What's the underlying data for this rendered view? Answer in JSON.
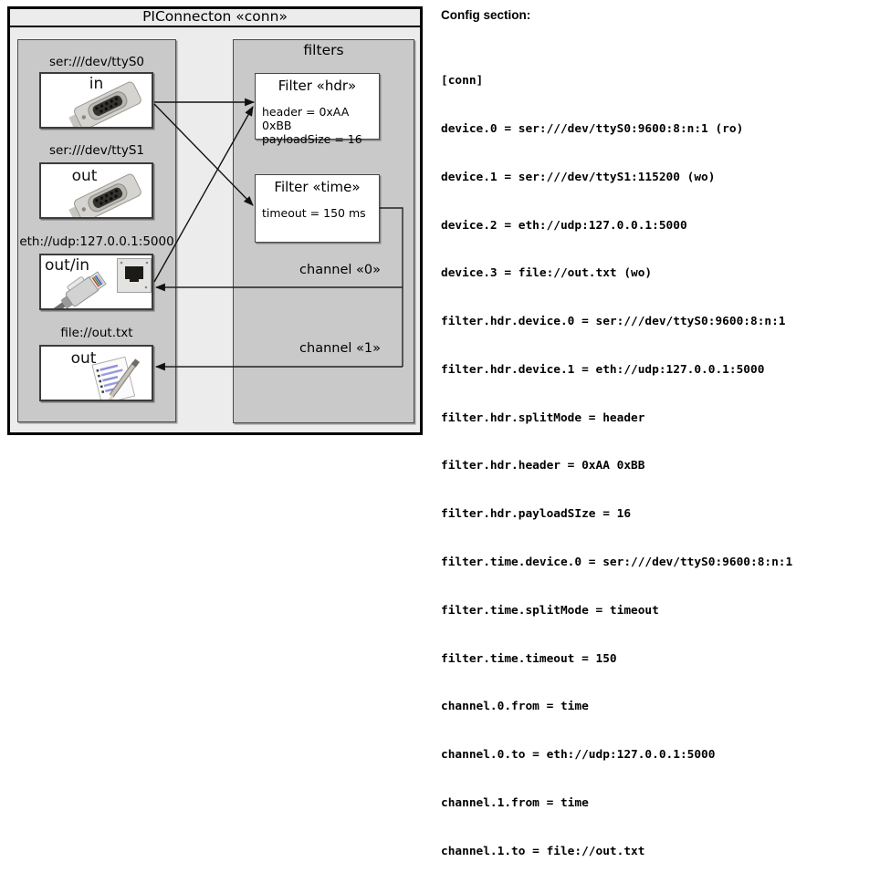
{
  "diagram": {
    "title": "PIConnecton «conn»",
    "devices": [
      {
        "label": "ser:///dev/ttyS0",
        "port": "in",
        "icon": "db9-serial-connector"
      },
      {
        "label": "ser:///dev/ttyS1",
        "port": "out",
        "icon": "db9-serial-connector"
      },
      {
        "label": "eth://udp:127.0.0.1:5000",
        "port": "out/in",
        "icon": "rj45-ethernet-connector"
      },
      {
        "label": "file://out.txt",
        "port": "out",
        "icon": "notepad-pencil"
      }
    ],
    "filters_label": "filters",
    "filters": [
      {
        "title": "Filter «hdr»",
        "props": [
          "header = 0xAA 0xBB",
          "payloadSize = 16"
        ]
      },
      {
        "title": "Filter «time»",
        "props": [
          "timeout = 150 ms"
        ]
      }
    ],
    "channels": [
      {
        "label": "channel «0»"
      },
      {
        "label": "channel «1»"
      }
    ],
    "connections": [
      {
        "from": "ser:///dev/ttyS0 (in)",
        "to": "Filter «hdr»"
      },
      {
        "from": "ser:///dev/ttyS0 (in)",
        "to": "Filter «time»"
      },
      {
        "from": "eth://udp:127.0.0.1:5000 (out/in)",
        "to": "Filter «hdr»"
      },
      {
        "from": "Filter «time»",
        "to": "eth://udp:127.0.0.1:5000 (out/in)",
        "via": "channel «0»"
      },
      {
        "from": "Filter «time»",
        "to": "file://out.txt (out)",
        "via": "channel «1»"
      }
    ]
  },
  "config": {
    "heading": "Config section:",
    "lines": [
      "[conn]",
      "device.0 = ser:///dev/ttyS0:9600:8:n:1 (ro)",
      "device.1 = ser:///dev/ttyS1:115200 (wo)",
      "device.2 = eth://udp:127.0.0.1:5000",
      "device.3 = file://out.txt (wo)",
      "filter.hdr.device.0 = ser:///dev/ttyS0:9600:8:n:1",
      "filter.hdr.device.1 = eth://udp:127.0.0.1:5000",
      "filter.hdr.splitMode = header",
      "filter.hdr.header = 0xAA 0xBB",
      "filter.hdr.payloadSIze = 16",
      "filter.time.device.0 = ser:///dev/ttyS0:9600:8:n:1",
      "filter.time.splitMode = timeout",
      "filter.time.timeout = 150",
      "channel.0.from = time",
      "channel.0.to = eth://udp:127.0.0.1:5000",
      "channel.1.from = time",
      "channel.1.to = file://out.txt"
    ]
  },
  "colors": {
    "outer_fill": "#ececec",
    "group_fill": "#c9c9c9",
    "box_fill": "#ffffff",
    "outer_border": "#000000",
    "line": "#111111",
    "text": "#000000"
  }
}
